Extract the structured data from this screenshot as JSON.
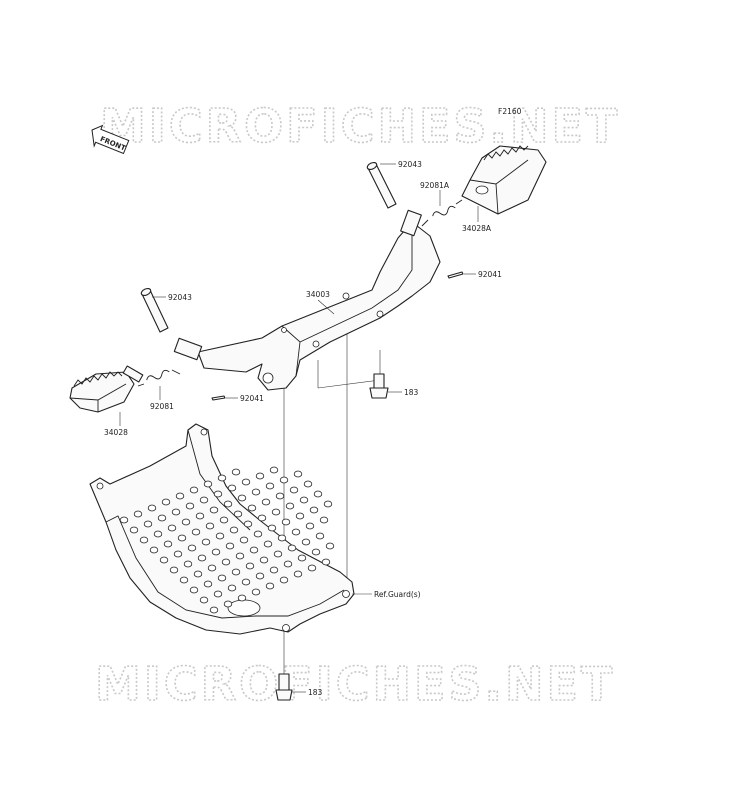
{
  "diagram": {
    "figure_code": "F2160",
    "direction_badge": "FRONT",
    "watermark": "MICROFICHES.NET",
    "part_labels": {
      "pin_right": "92043",
      "spring_right": "92081A",
      "footpeg_right": "34028A",
      "cotter_right": "92041",
      "bracket": "34003",
      "bolt_upper": "183",
      "pin_left": "92043",
      "spring_left": "92081",
      "footpeg_left": "34028",
      "cotter_left": "92041",
      "guard_ref": "Ref.Guard(s)",
      "bolt_lower": "183"
    }
  }
}
